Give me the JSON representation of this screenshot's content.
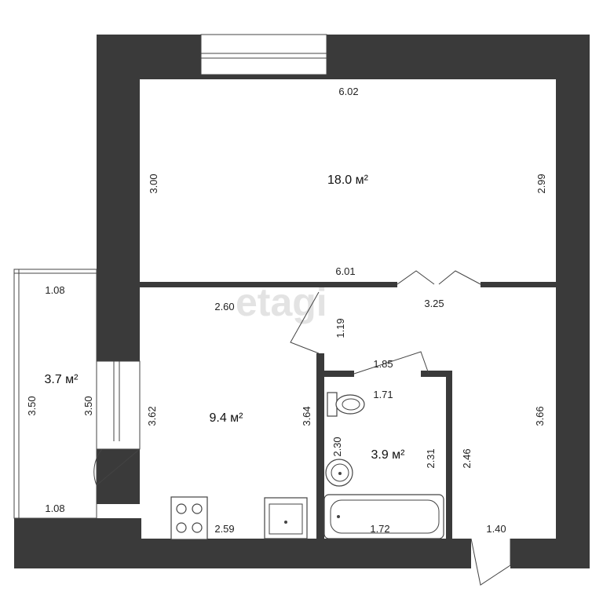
{
  "watermark": "etagi",
  "rooms": {
    "main_room": {
      "area": "18.0 м²"
    },
    "kitchen": {
      "area": "9.4 м²"
    },
    "bathroom": {
      "area": "3.9 м²"
    },
    "balcony": {
      "area": "3.7 м²"
    }
  },
  "dimensions": {
    "main_top": "6.02",
    "main_left": "3.00",
    "main_right": "2.99",
    "main_bottom": "6.01",
    "kitchen_top": "2.60",
    "kitchen_door": "1.19",
    "hall_top": "3.25",
    "bath_top_outer": "1.85",
    "bath_top_inner": "1.71",
    "balcony_top": "1.08",
    "balcony_bottom": "1.08",
    "balcony_left": "3.50",
    "balcony_right": "3.50",
    "kitchen_left": "3.62",
    "kitchen_right": "3.64",
    "bath_left": "2.30",
    "bath_right": "2.31",
    "hall_inner": "2.46",
    "hall_right": "3.66",
    "kitchen_bottom": "2.59",
    "bath_bottom": "1.72",
    "entrance": "1.40"
  }
}
